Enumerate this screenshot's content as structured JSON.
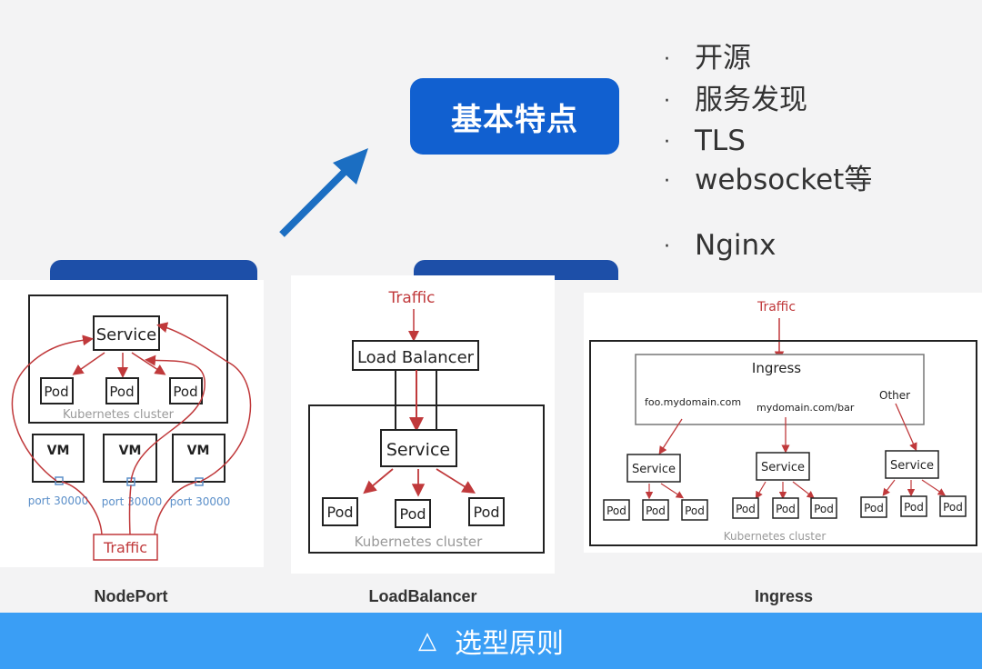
{
  "header": {
    "badge_label": "基本特点"
  },
  "features": {
    "bullet_glyph": "·",
    "items": [
      "开源",
      "服务发现",
      "TLS",
      "websocket等",
      "Nginx"
    ]
  },
  "colors": {
    "badge_blue": "#1160d0",
    "footer_blue": "#3a9ef5",
    "arrow_blue": "#1b6ec2",
    "traffic_red": "#c0393b",
    "port_blue": "#5b8fc9"
  },
  "diagrams": {
    "nodeport": {
      "caption": "NodePort",
      "service": "Service",
      "pods": [
        "Pod",
        "Pod",
        "Pod"
      ],
      "cluster_label": "Kubernetes cluster",
      "vms": [
        "VM",
        "VM",
        "VM"
      ],
      "ports": [
        "port 30000",
        "port 30000",
        "port 30000"
      ],
      "traffic": "Traffic"
    },
    "loadbalancer": {
      "caption": "LoadBalancer",
      "traffic": "Traffic",
      "lb": "Load Balancer",
      "service": "Service",
      "pods": [
        "Pod",
        "Pod",
        "Pod"
      ],
      "cluster_label": "Kubernetes cluster"
    },
    "ingress": {
      "caption": "Ingress",
      "traffic": "Traffic",
      "ingress": "Ingress",
      "routes": [
        "foo.mydomain.com",
        "mydomain.com/bar",
        "Other"
      ],
      "services": [
        "Service",
        "Service",
        "Service"
      ],
      "pods": [
        "Pod",
        "Pod",
        "Pod",
        "Pod",
        "Pod",
        "Pod",
        "Pod",
        "Pod",
        "Pod"
      ],
      "cluster_label": "Kubernetes cluster"
    }
  },
  "footer": {
    "icon": "△",
    "label": "选型原则"
  }
}
